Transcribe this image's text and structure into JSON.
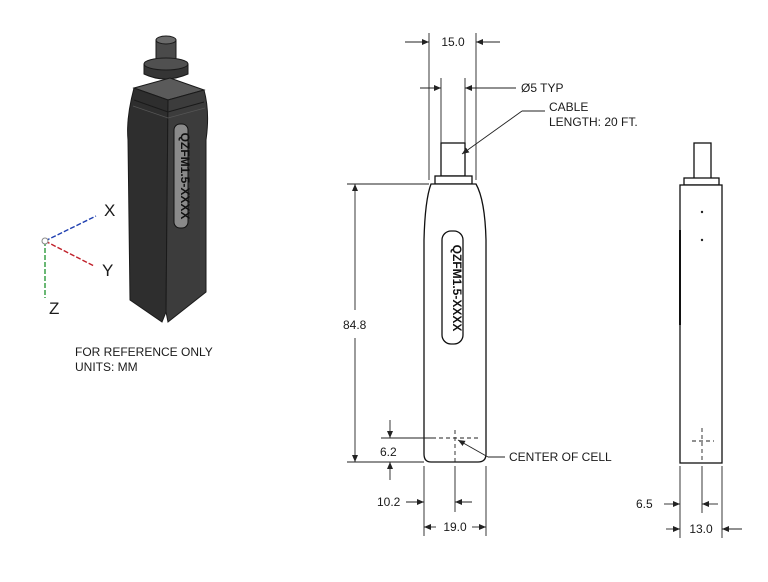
{
  "iso_view": {
    "part_label": "QZFM1.5-XXXX",
    "axes": {
      "x": "X",
      "y": "Y",
      "z": "Z"
    },
    "colors": {
      "x_axis": "#1f3fb0",
      "y_axis": "#c0202a",
      "z_axis": "#2a9a3a",
      "body": "#3c3c3c"
    }
  },
  "notes": {
    "reference": "FOR REFERENCE ONLY",
    "units": "UNITS: MM"
  },
  "front_view": {
    "part_label": "QZFM1.5-XXXX",
    "dims": {
      "top_width": "15.0",
      "cable_dia": "Ø5 TYP",
      "cable_note_line1": "CABLE",
      "cable_note_line2": "LENGTH: 20 FT.",
      "height": "84.8",
      "cell_offset_v": "6.2",
      "center_note": "CENTER OF CELL",
      "cell_offset_h": "10.2",
      "bottom_width": "19.0"
    }
  },
  "side_view": {
    "dims": {
      "cell_offset_h": "6.5",
      "width": "13.0"
    }
  }
}
